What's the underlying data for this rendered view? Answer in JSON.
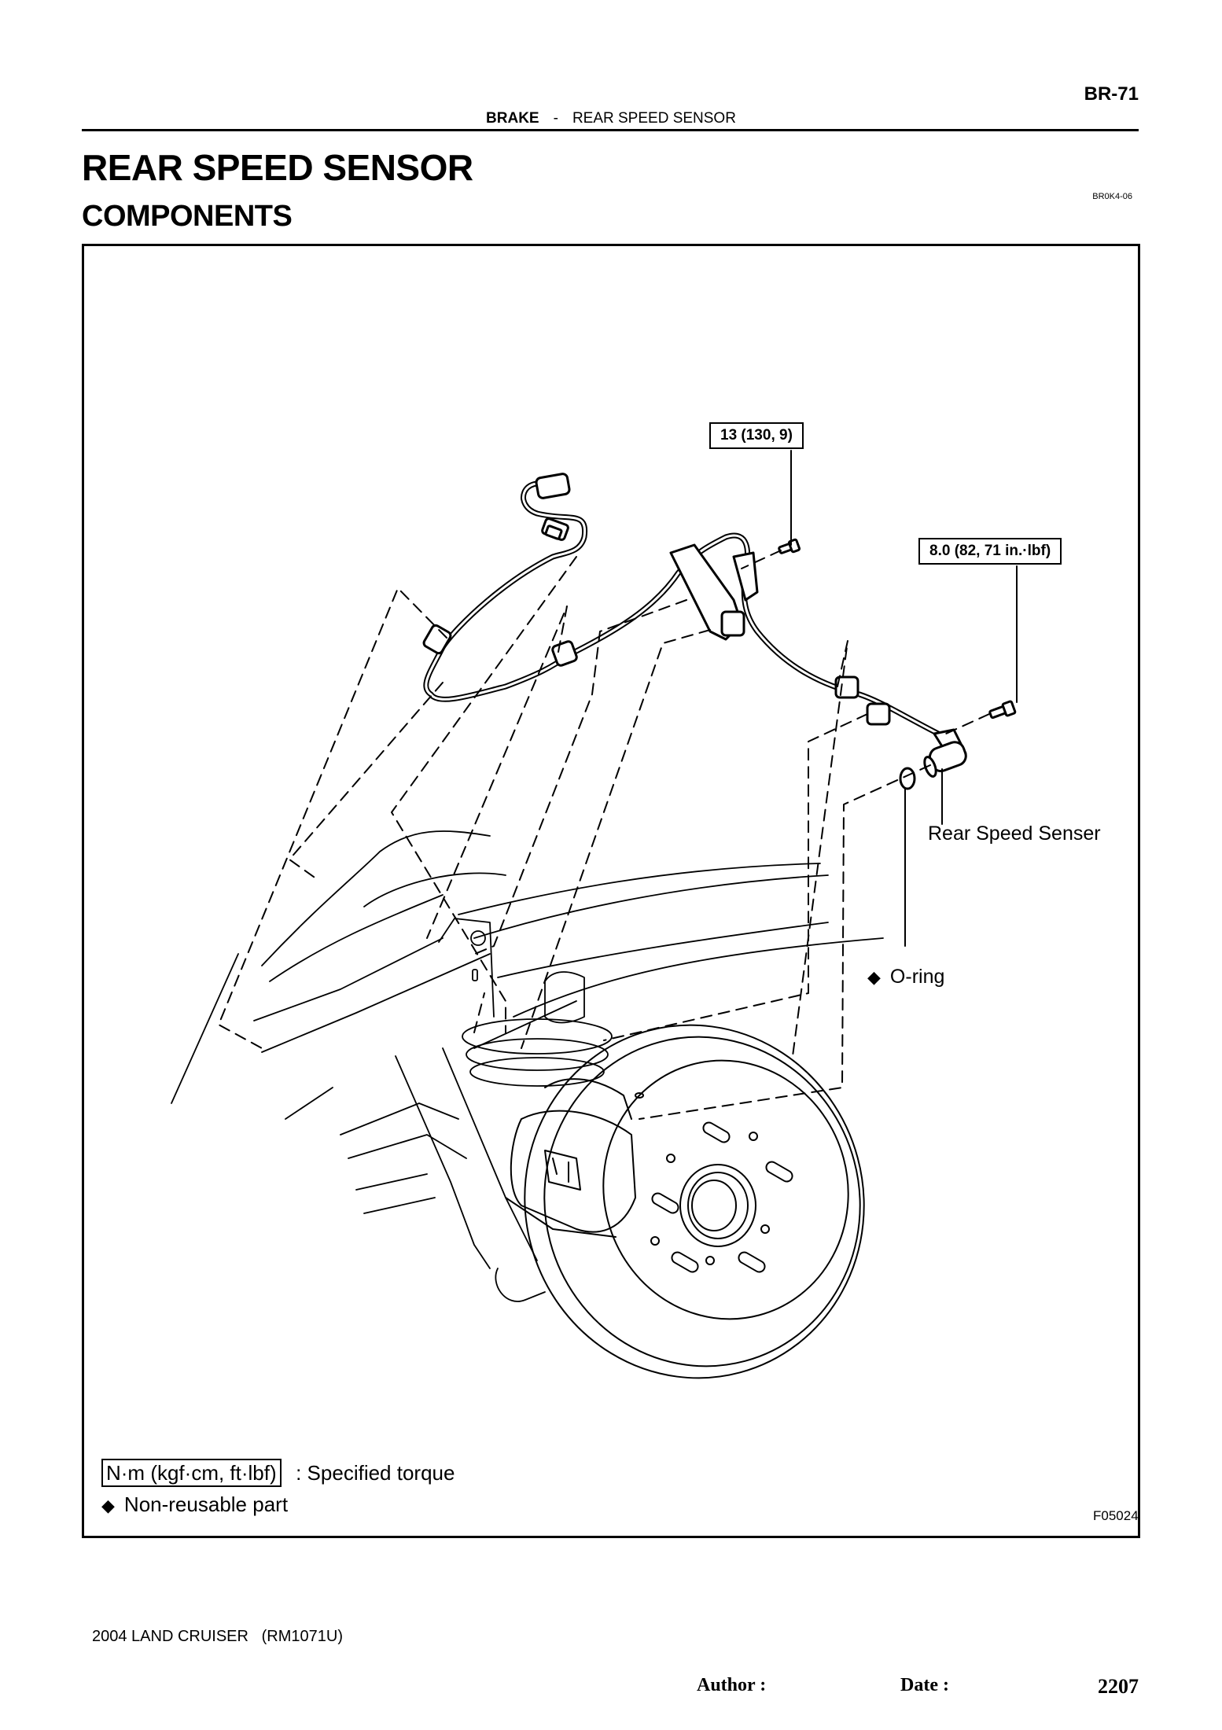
{
  "header": {
    "page_id": "BR-71",
    "section": "BRAKE",
    "separator": "-",
    "topic": "REAR SPEED SENSOR"
  },
  "title": "REAR SPEED SENSOR",
  "subtitle": "COMPONENTS",
  "doc_code": "BR0K4-06",
  "figure": {
    "torque_labels": [
      {
        "text": "13 (130, 9)"
      },
      {
        "text": "8.0 (82, 71 in.·lbf)"
      }
    ],
    "callouts": {
      "sensor": "Rear Speed Senser",
      "oring": "O-ring",
      "oring_marker": "◆"
    },
    "legend": {
      "torque_unit": "N·m (kgf·cm, ft·lbf)",
      "torque_desc": ": Specified torque",
      "nonreusable_marker": "◆",
      "nonreusable_desc": "Non-reusable part"
    },
    "figure_code": "F05024"
  },
  "footer": {
    "model": "2004 LAND CRUISER   (RM1071U)",
    "author_label": "Author :",
    "date_label": "Date :",
    "page_number": "2207"
  }
}
